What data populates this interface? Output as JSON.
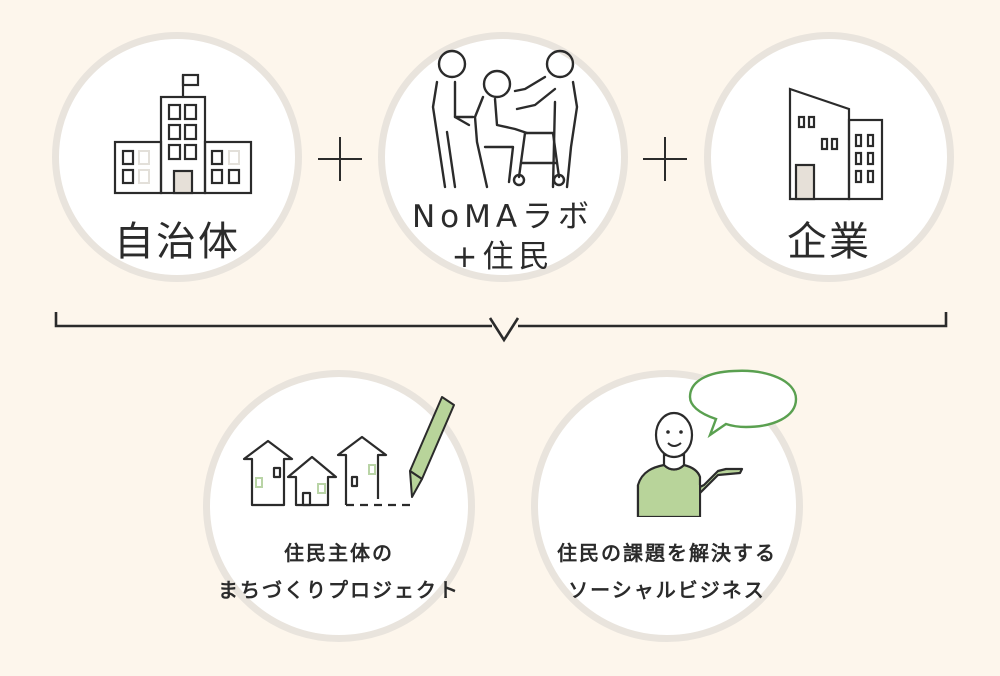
{
  "top_row": [
    {
      "id": "municipality",
      "label": "自治体",
      "icon": "city-hall-building-icon"
    },
    {
      "id": "noma",
      "label_line1": "NoMAラボ",
      "label_line2": "+住民",
      "icon": "people-helping-elder-with-walker-icon"
    },
    {
      "id": "company",
      "label": "企業",
      "icon": "office-building-icon"
    }
  ],
  "operators": [
    "+",
    "+"
  ],
  "connector": "bracket-with-down-chevron",
  "bottom_row": [
    {
      "id": "town-planning",
      "label_line1": "住民主体の",
      "label_line2": "まちづくりプロジェクト",
      "icon": "houses-and-pencil-icon"
    },
    {
      "id": "social-business",
      "label_line1": "住民の課題を解決する",
      "label_line2": "ソーシャルビジネス",
      "icon": "person-with-speech-bubble-icon"
    }
  ],
  "colors": {
    "background": "#fdf6ec",
    "circle_fill": "#ffffff",
    "circle_border": "#e9e4dd",
    "line": "#2b2b2b",
    "accent_green_fill": "#b8d49a",
    "accent_green_stroke": "#5aa050",
    "door_fill": "#e6e0d8"
  }
}
